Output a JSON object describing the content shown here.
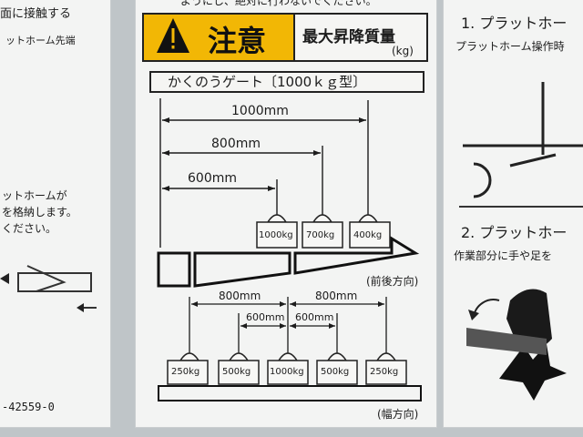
{
  "left_panel": {
    "line1": "面に接触する",
    "line2": "ットホーム先端",
    "line3": "ットホームが",
    "line4": "を格納します。",
    "line5": "ください。",
    "code": "-42559-0"
  },
  "center": {
    "top_cut": "ようにし、絶対に行わないでください。",
    "caution": "注意",
    "max_label": "最大昇降質量",
    "unit": "(kg)",
    "gate_label": "かくのうゲート〔1000ｋｇ型〕",
    "dims_top": [
      "1000mm",
      "800mm",
      "600mm"
    ],
    "weights_top": [
      "1000kg",
      "700kg",
      "400kg"
    ],
    "dir_front_back": "(前後方向)",
    "dims_bottom": [
      "800mm",
      "800mm",
      "600mm",
      "600mm"
    ],
    "weights_bottom": [
      "250kg",
      "500kg",
      "1000kg",
      "500kg",
      "250kg"
    ],
    "dir_width": "(幅方向)"
  },
  "right_panel": {
    "step1": "1. プラットホー",
    "step1_sub": "プラットホーム操作時",
    "step2": "2. プラットホー",
    "step2_sub": "作業部分に手や足を"
  },
  "colors": {
    "caution_yellow": "#f2b705",
    "panel": "#f3f4f3",
    "ink": "#1c1c1c"
  }
}
